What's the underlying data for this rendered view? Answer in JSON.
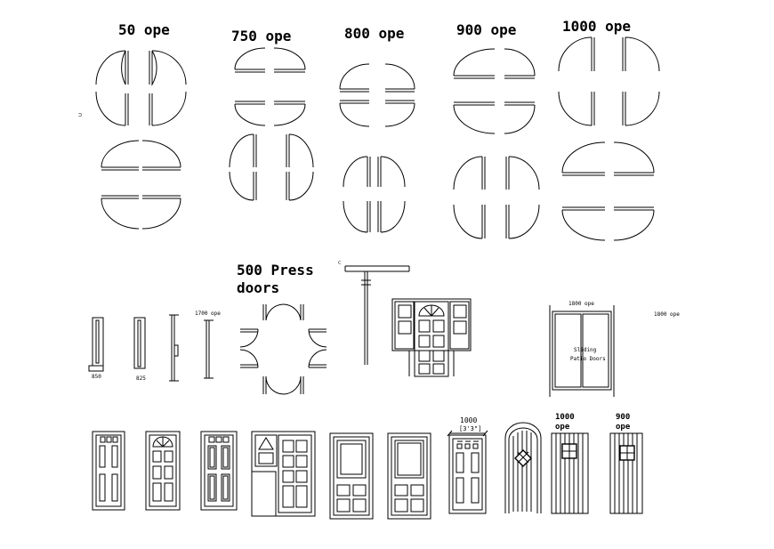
{
  "labels": {
    "ope_50": "50 ope",
    "ope_750": "750 ope",
    "ope_800": "800 ope",
    "ope_900": "900 ope",
    "ope_1000": "1000 ope",
    "press_line1": "500 Press",
    "press_line2": "doors",
    "small_1700": "1700 ope",
    "small_850": "850",
    "small_825": "825",
    "patio_ope": "1800 ope",
    "patio_ope_right": "1800 ope",
    "patio_text1": "Sliding",
    "patio_text2": "Patio Doors",
    "dim_1000": "1000",
    "dim_imperial": "[3'3\"]",
    "door_1000_a": "1000",
    "door_1000_b": "ope",
    "door_900_a": "900",
    "door_900_b": "ope"
  }
}
